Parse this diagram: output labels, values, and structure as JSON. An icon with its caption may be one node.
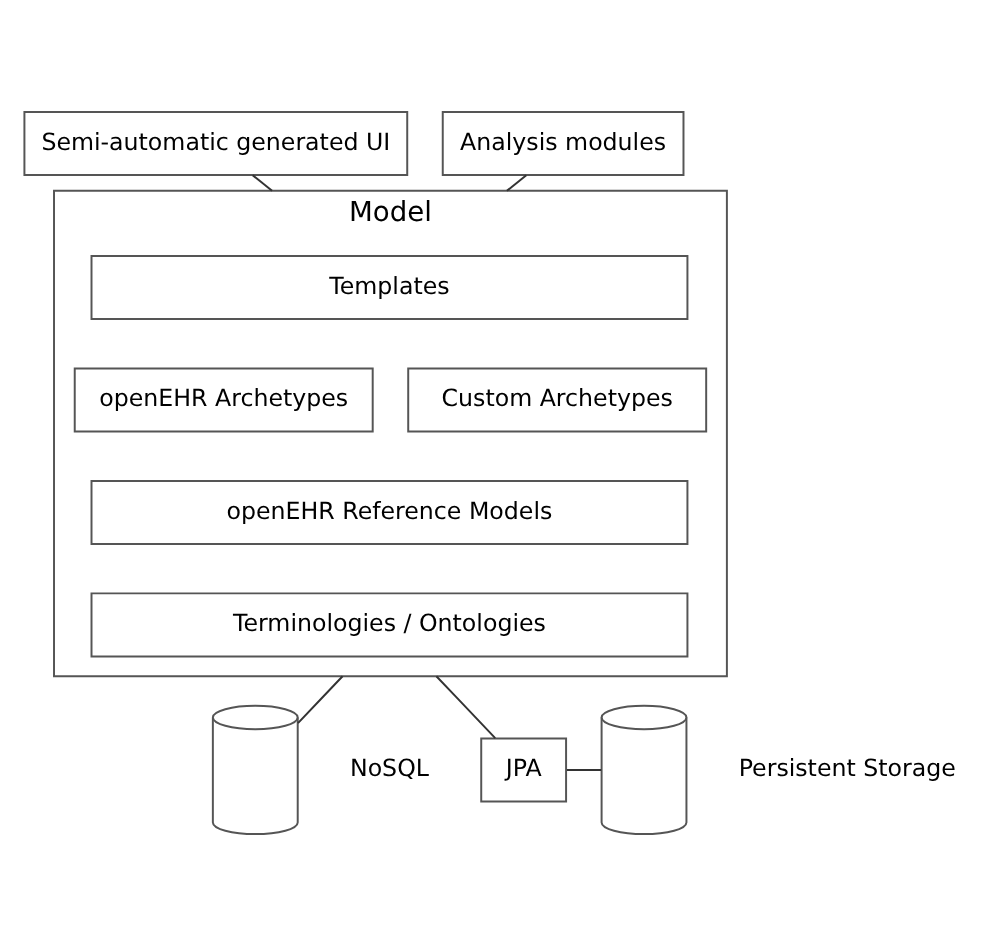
{
  "diagram": {
    "nodes": [
      {
        "text": [
          "Semi-automatic generated UI"
        ]
      },
      {
        "text": [
          "Analysis modules"
        ]
      },
      {
        "text": [
          "Model"
        ]
      },
      {
        "text": [
          "Templates"
        ],
        "in": 2
      },
      {
        "text": [
          "openEHR Archetypes"
        ],
        "in": 2
      },
      {
        "text": [
          "Custom Archetypes"
        ],
        "in": 2
      },
      {
        "text": [
          "openEHR Reference Models"
        ],
        "in": 2
      },
      {
        "text": [
          "Terminologies / Ontologies"
        ],
        "in": 2
      },
      {
        "text": [],
        "shape": "cylinder",
        "beside": [
          "NoSQL"
        ]
      },
      {
        "text": [
          "JPA"
        ]
      },
      {
        "text": [],
        "shape": "cylinder",
        "beside": [
          "Persistent Storage"
        ]
      }
    ],
    "edges": [
      {
        "from": 0,
        "to": 2,
        "arrow": "none"
      },
      {
        "from": 1,
        "to": 2,
        "arrow": "none"
      },
      {
        "from": 2,
        "to": 8,
        "arrow": "none"
      },
      {
        "from": 2,
        "to": 9,
        "arrow": "none"
      },
      {
        "from": 9,
        "to": 10,
        "arrow": "none"
      }
    ]
  }
}
